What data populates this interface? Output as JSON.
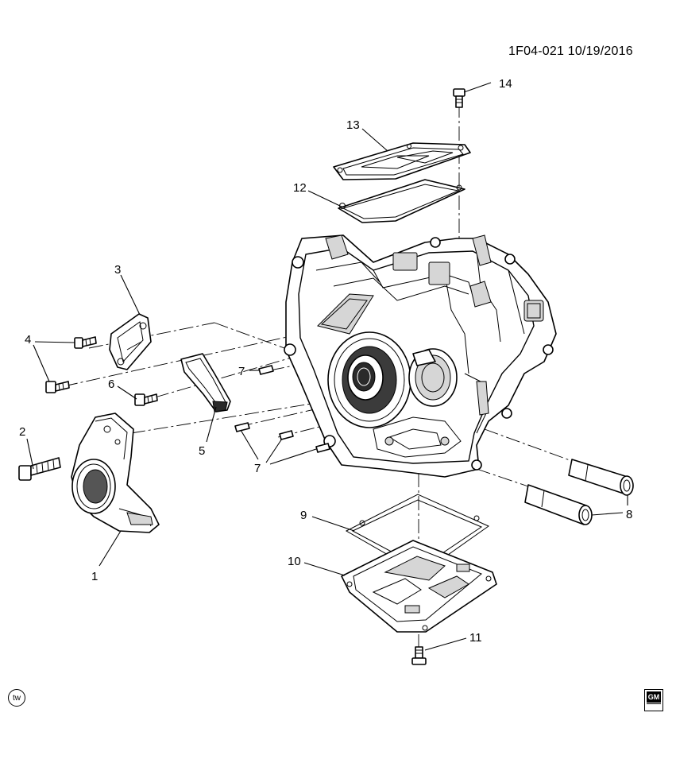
{
  "diagram": {
    "reference": "1F04-021  10/19/2016",
    "tw_mark": "tw",
    "gm_mark": "GM",
    "callouts": {
      "c1": "1",
      "c2": "2",
      "c3": "3",
      "c4": "4",
      "c5": "5",
      "c6": "6",
      "c7a": "7",
      "c7b": "7",
      "c8": "8",
      "c9": "9",
      "c10": "10",
      "c11": "11",
      "c12": "12",
      "c13": "13",
      "c14": "14"
    }
  }
}
